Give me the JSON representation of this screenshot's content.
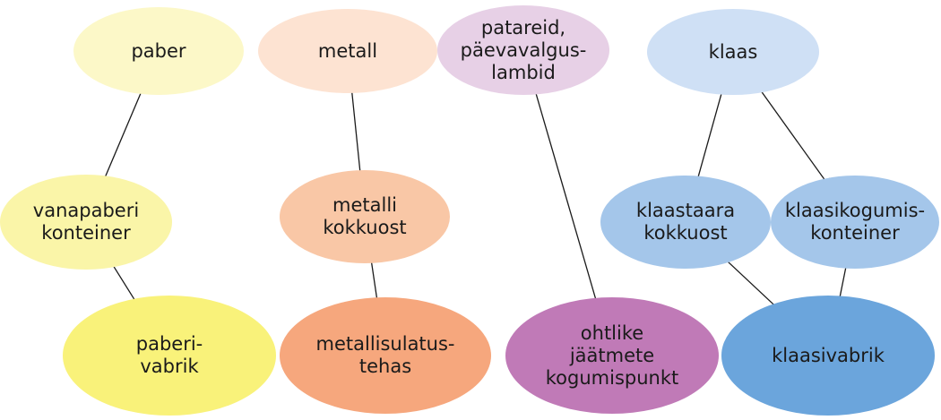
{
  "nodes": {
    "paber": {
      "label": "paber",
      "color": "#fcf8c8"
    },
    "metall": {
      "label": "metall",
      "color": "#fde3d2"
    },
    "patareid": {
      "label": "patareid,\npäevavalgus-\nlambid",
      "color": "#e7d0e6"
    },
    "klaas": {
      "label": "klaas",
      "color": "#cfe0f5"
    },
    "vanapaberi": {
      "label": "vanapaberi\nkonteiner",
      "color": "#faf5a8"
    },
    "metalli_kokkuost": {
      "label": "metalli\nkokkuost",
      "color": "#f9c7a6"
    },
    "klaastaara": {
      "label": "klaastaara\nkokkuost",
      "color": "#a4c6ea"
    },
    "klaasikogumis": {
      "label": "klaasikogumis-\nkonteiner",
      "color": "#a4c6ea"
    },
    "paberivabrik": {
      "label": "paberi-\nvabrik",
      "color": "#f9f27a"
    },
    "metallisulatus": {
      "label": "metallisulatus-\ntehas",
      "color": "#f6a77d"
    },
    "ohtlike": {
      "label": "ohtlike\njäätmete\nkogumispunkt",
      "color": "#c07ab7"
    },
    "klaasivabrik": {
      "label": "klaasivabrik",
      "color": "#6ba5dc"
    }
  },
  "edges": [
    {
      "from": "paber",
      "to": "vanapaberi"
    },
    {
      "from": "vanapaberi",
      "to": "paberivabrik"
    },
    {
      "from": "metall",
      "to": "metalli_kokkuost"
    },
    {
      "from": "metalli_kokkuost",
      "to": "metallisulatus"
    },
    {
      "from": "patareid",
      "to": "ohtlike"
    },
    {
      "from": "klaas",
      "to": "klaastaara"
    },
    {
      "from": "klaas",
      "to": "klaasikogumis"
    },
    {
      "from": "klaastaara",
      "to": "klaasivabrik"
    },
    {
      "from": "klaasikogumis",
      "to": "klaasivabrik"
    }
  ],
  "edge_color": "#1a1a1a"
}
